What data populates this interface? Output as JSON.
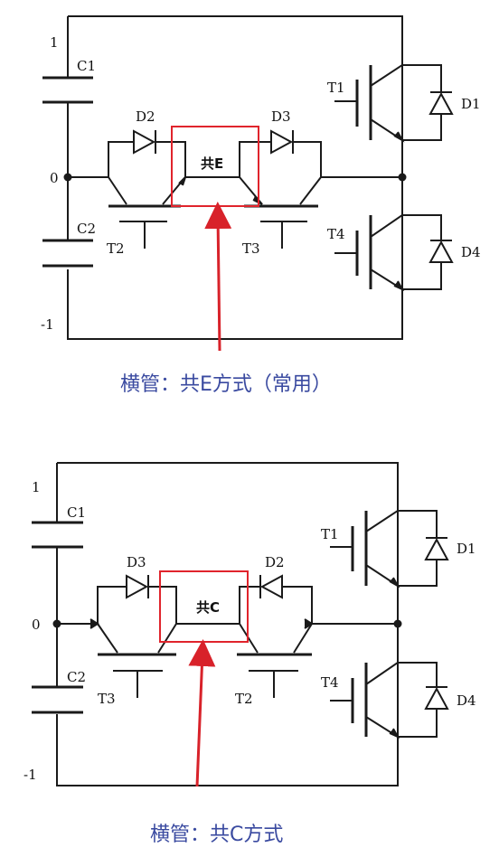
{
  "diagrams": [
    {
      "box_label": "共E",
      "caption": "横管：共E方式（常用）",
      "labels": {
        "v_top": "1",
        "v_mid": "0",
        "v_bot": "-1",
        "c_top": "C1",
        "c_bot": "C2",
        "d_left": "D2",
        "d_right": "D3",
        "t_left": "T2",
        "t_right": "T3",
        "t_top": "T1",
        "t_bottom": "T4",
        "d_top": "D1",
        "d_bottom": "D4"
      }
    },
    {
      "box_label": "共C",
      "caption": "横管：共C方式",
      "labels": {
        "v_top": "1",
        "v_mid": "0",
        "v_bot": "-1",
        "c_top": "C1",
        "c_bot": "C2",
        "d_left": "D3",
        "d_right": "D2",
        "t_left": "T3",
        "t_right": "T2",
        "t_top": "T1",
        "t_bottom": "T4",
        "d_top": "D1",
        "d_bottom": "D4"
      }
    }
  ],
  "colors": {
    "wire": "#1a1a1a",
    "highlight": "#e0242c",
    "caption": "#3a4aa0"
  }
}
